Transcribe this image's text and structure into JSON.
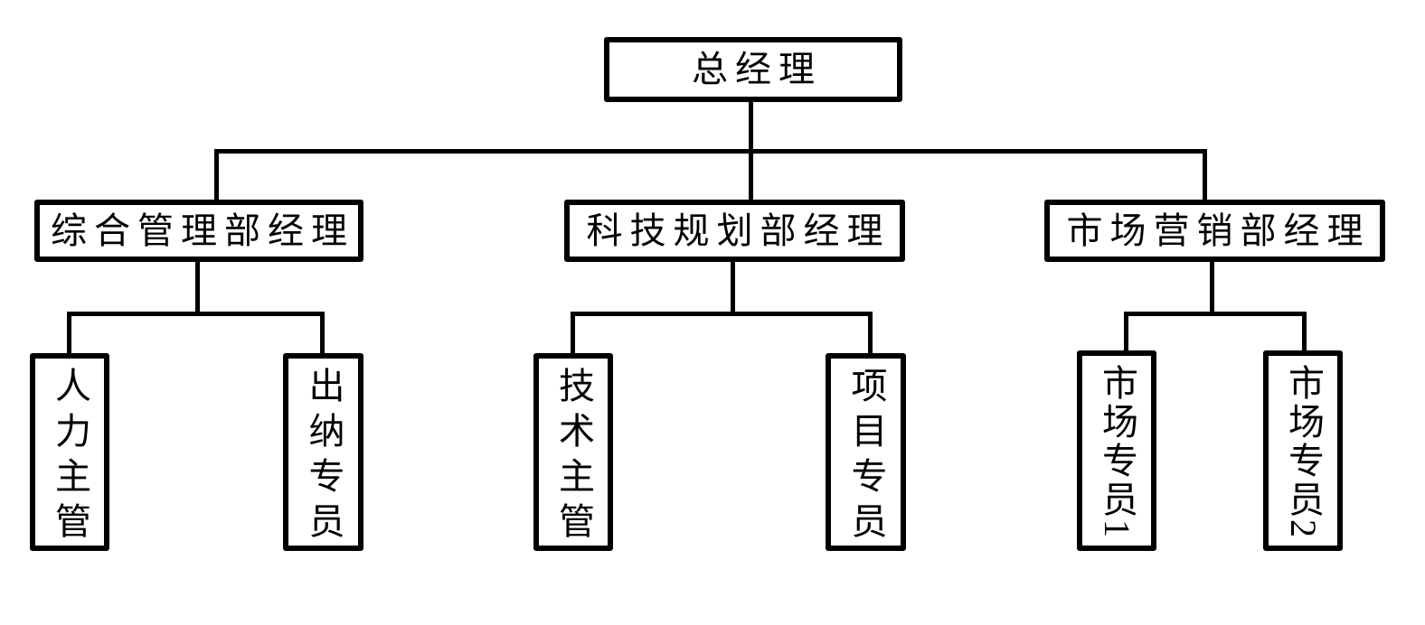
{
  "colors": {
    "background": "#ffffff",
    "line": "#000000",
    "box_border": "#000000",
    "box_fill": "#ffffff",
    "text": "#000000"
  },
  "org": {
    "root": {
      "label": "总经理",
      "children": [
        {
          "label": "综合管理部经理",
          "children": [
            {
              "label": "人力主管"
            },
            {
              "label": "出纳专员"
            }
          ]
        },
        {
          "label": "科技规划部经理",
          "children": [
            {
              "label": "技术主管"
            },
            {
              "label": "项目专员"
            }
          ]
        },
        {
          "label": "市场营销部经理",
          "children": [
            {
              "label": "市场专员1"
            },
            {
              "label": "市场专员2"
            }
          ]
        }
      ]
    }
  }
}
